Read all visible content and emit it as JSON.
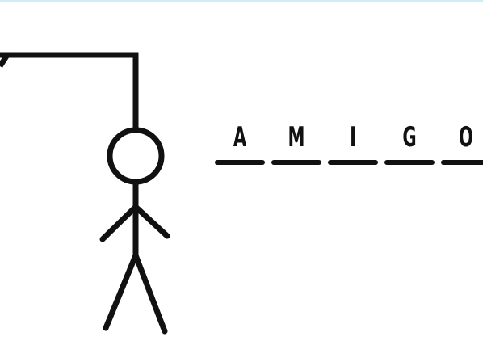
{
  "game": {
    "word_letters": [
      "A",
      "M",
      "I",
      "G",
      "O"
    ]
  },
  "colors": {
    "ink": "#111111",
    "background": "#ffffff",
    "top_edge": "#cdeef7"
  },
  "icons": {
    "figure": "hangman-stick-figure-icon",
    "gallows": "gallows-icon"
  }
}
